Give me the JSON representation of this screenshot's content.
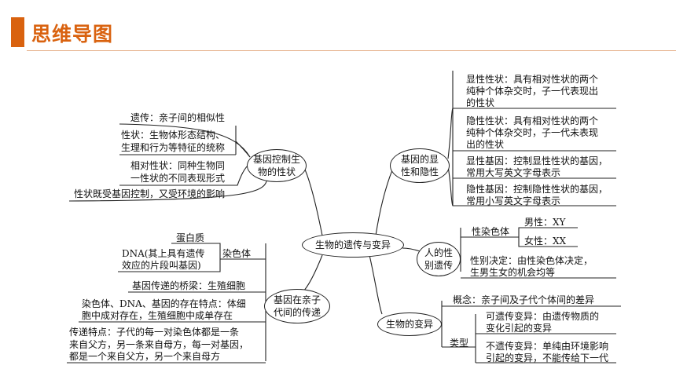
{
  "header": {
    "title": "思维导图",
    "accent_color": "#d9620f"
  },
  "center": "生物的遗传与变异",
  "nodes": {
    "gene_control": [
      "基因控制生",
      "物的性状"
    ],
    "dominance": [
      "基因的显",
      "性和隐性"
    ],
    "sex_heredity": [
      "人的性",
      "别遗传"
    ],
    "gene_transfer": [
      "基因在亲子",
      "代间的传递"
    ],
    "variation": "生物的变异"
  },
  "gene_control_items": {
    "heredity": "遗传：亲子间的相似性",
    "trait": [
      "性状：生物体形态结构、",
      "生理和行为等特征的统称"
    ],
    "relative_trait": [
      "相对性状：同种生物同",
      "一性状的不同表现形式"
    ],
    "controlled": "性状既受基因控制，又受环境的影响"
  },
  "dominance_items": {
    "dominant_trait": [
      "显性性状：具有相对性状的两个",
      "纯种个体杂交时，子一代表现出",
      "的性状"
    ],
    "recessive_trait": [
      "隐性性状：具有相对性状的两个",
      "纯种个体杂交时，子一代未表现",
      "出的性状"
    ],
    "dominant_gene": [
      "显性基因：控制显性性状的基因，",
      "常用大写英文字母表示"
    ],
    "recessive_gene": [
      "隐性基因：控制隐性性状的基因，",
      "常用小写英文字母表示"
    ]
  },
  "sex_items": {
    "chromosome_label": "性染色体",
    "male": "男性：XY",
    "female": "女性：XX",
    "determination": [
      "性别决定：由性染色体决定，",
      "生男生女的机会均等"
    ]
  },
  "transfer_items": {
    "chromosome_label": "染色体",
    "protein": "蛋白质",
    "dna": [
      "DNA(其上具有遗传",
      "效应的片段叫基因)"
    ],
    "bridge": "基因传递的桥梁：生殖细胞",
    "existence": [
      "染色体、DNA、基因的存在特点：体细",
      "胞中成对存在，生殖细胞中成单存在"
    ],
    "characteristic": [
      "传递特点：子代的每一对染色体都是一条",
      "来自父方，另一条来自母方，每一对基因，",
      "都是一个来自父方，另一个来自母方"
    ]
  },
  "variation_items": {
    "concept": "概念：亲子间及子代个体间的差异",
    "type_label": "类型",
    "heritable": [
      "可遗传变异：由遗传物质的",
      "变化引起的变异"
    ],
    "non_heritable": [
      "不遗传变异：单纯由环境影响",
      "引起的变异，不能传给下一代"
    ]
  }
}
